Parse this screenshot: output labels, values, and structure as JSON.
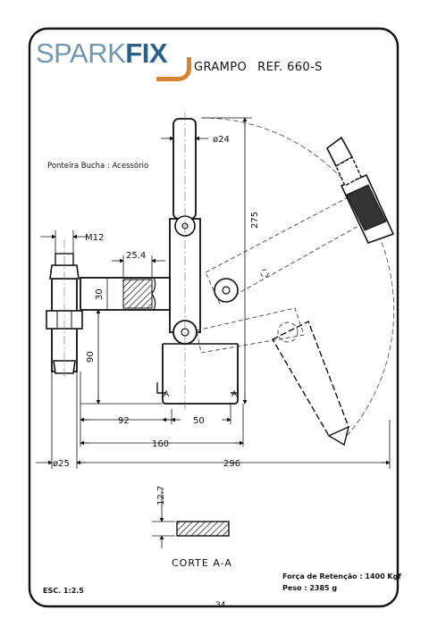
{
  "logo": {
    "part1": "SPARK",
    "part2": "FIX"
  },
  "title": {
    "name": "GRAMPO",
    "ref": "REF.  660-S"
  },
  "note": "Ponteira Bucha : Acessório",
  "dimensions": {
    "d24": "ø24",
    "d275": "275",
    "m12": "M12",
    "d25_4": "25.4",
    "d30": "30",
    "d90": "90",
    "d92": "92",
    "d50": "50",
    "d160": "160",
    "d25": "ø25",
    "d296": "296",
    "d12_7": "12.7"
  },
  "section_marks": {
    "left": "A",
    "right": "A"
  },
  "section_caption": "CORTE A-A",
  "scale": "ESC. 1:2.5",
  "force": "Força de Retenção : 1400 Kgf",
  "weight": "Peso : 2385 g",
  "page_number": "34",
  "colors": {
    "logo_light": "#6f98b0",
    "logo_dark": "#2d5f8c",
    "logo_accent": "#d8842f",
    "ink": "#111111"
  }
}
